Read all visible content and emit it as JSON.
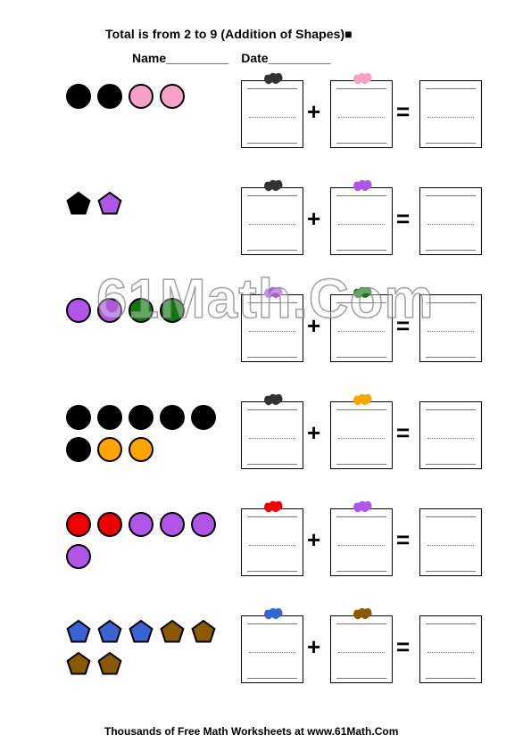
{
  "header": {
    "title": "Total is from 2 to 9 (Addition of Shapes)■",
    "name_label": "Name_________",
    "date_label": "Date_________"
  },
  "watermark": "61Math.Com",
  "operators": {
    "plus": "+",
    "equals": "="
  },
  "colors": {
    "black": "#000000",
    "pink": "#f7a1c6",
    "purple": "#b154e8",
    "green": "#0b7a0b",
    "orange": "#ffa500",
    "red": "#ee0000",
    "blue": "#3a63d6",
    "brown": "#8b5a00",
    "marker_dark": "#333333"
  },
  "problems": [
    {
      "shape": "circle",
      "groups": [
        {
          "color": "black",
          "count": 2
        },
        {
          "color": "pink",
          "count": 2
        }
      ],
      "tab_colors": [
        "marker_dark",
        "pink"
      ]
    },
    {
      "shape": "pentagon",
      "groups": [
        {
          "color": "black",
          "count": 1
        },
        {
          "color": "purple",
          "count": 1
        }
      ],
      "tab_colors": [
        "marker_dark",
        "purple"
      ]
    },
    {
      "shape": "circle",
      "groups": [
        {
          "color": "purple",
          "count": 2
        },
        {
          "color": "green",
          "count": 2
        }
      ],
      "tab_colors": [
        "purple",
        "green"
      ]
    },
    {
      "shape": "circle",
      "groups": [
        {
          "color": "black",
          "count": 6
        },
        {
          "color": "orange",
          "count": 2
        }
      ],
      "tab_colors": [
        "marker_dark",
        "orange"
      ]
    },
    {
      "shape": "circle",
      "groups": [
        {
          "color": "red",
          "count": 2
        },
        {
          "color": "purple",
          "count": 4
        }
      ],
      "tab_colors": [
        "red",
        "purple"
      ]
    },
    {
      "shape": "pentagon",
      "groups": [
        {
          "color": "blue",
          "count": 3
        },
        {
          "color": "brown",
          "count": 4
        }
      ],
      "tab_colors": [
        "blue",
        "brown"
      ]
    }
  ],
  "footer": "Thousands of Free Math Worksheets at www.61Math.Com"
}
